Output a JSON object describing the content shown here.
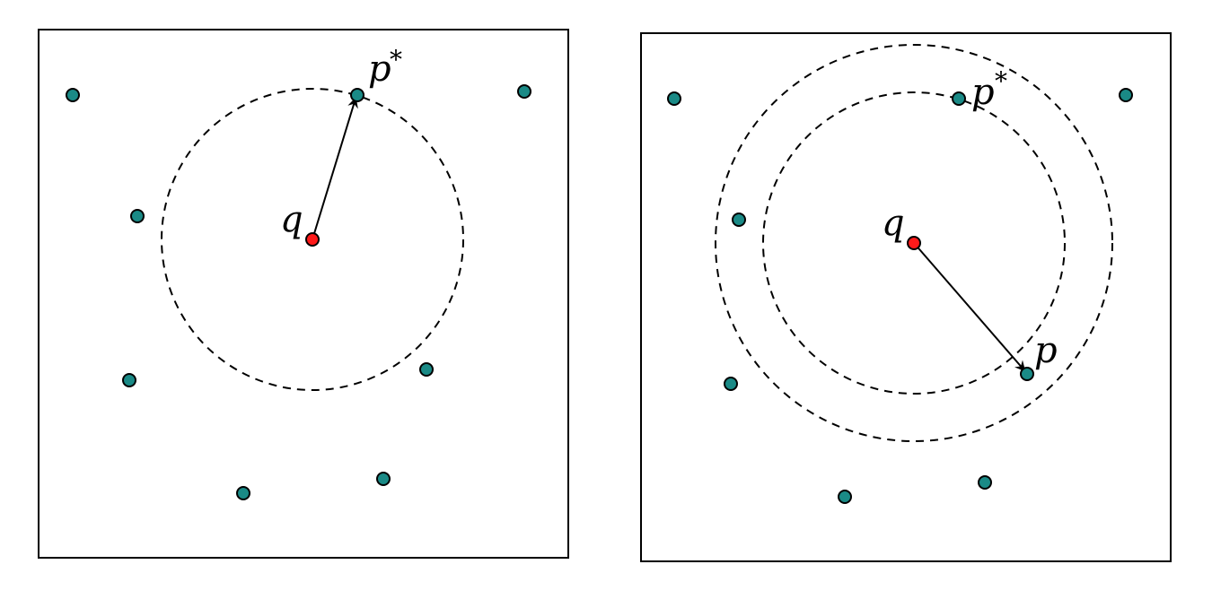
{
  "panels": [
    {
      "name": "left-panel",
      "query_label": "q",
      "nn_label": "p",
      "nn_superscript": "*",
      "point_color": "#1a8a86",
      "query_color": "#ff1a1a"
    },
    {
      "name": "right-panel",
      "query_label": "q",
      "nn_label": "p",
      "nn_superscript": "*",
      "approx_label": "p",
      "point_color": "#1a8a86",
      "query_color": "#ff1a1a"
    }
  ]
}
